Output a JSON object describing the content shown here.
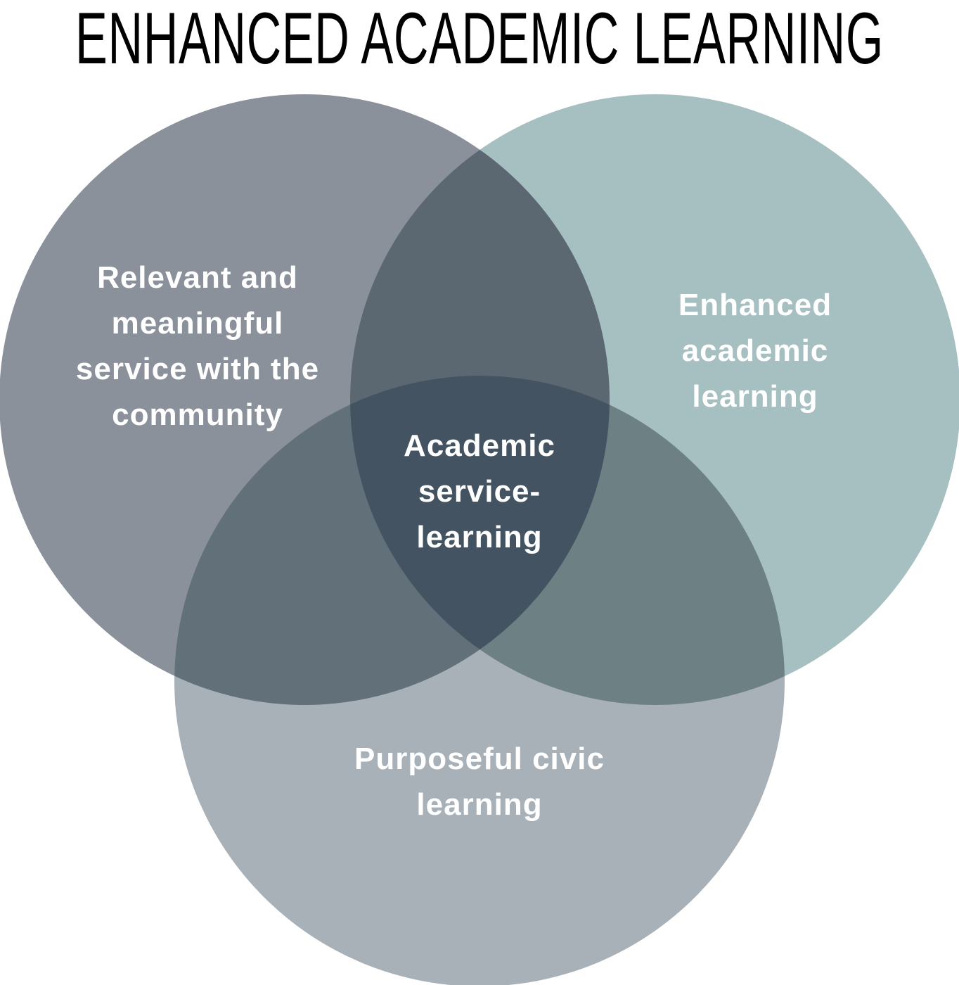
{
  "title": "ENHANCED ACADEMIC LEARNING",
  "colors": {
    "circle_service": "#8a919b",
    "circle_academic": "#a6bfc1",
    "circle_civic": "#a8b1b8",
    "overlap_service_academic": "#5b6771",
    "overlap_service_civic": "#617079",
    "overlap_academic_civic": "#6d8185",
    "overlap_center": "#435361",
    "text": "#ffffff"
  },
  "labels": {
    "service": [
      "Relevant and",
      "meaningful",
      "service with the",
      "community"
    ],
    "academic": [
      "Enhanced",
      "academic",
      "learning"
    ],
    "civic": [
      "Purposeful civic",
      "learning"
    ],
    "center": [
      "Academic",
      "service-",
      "learning"
    ]
  }
}
